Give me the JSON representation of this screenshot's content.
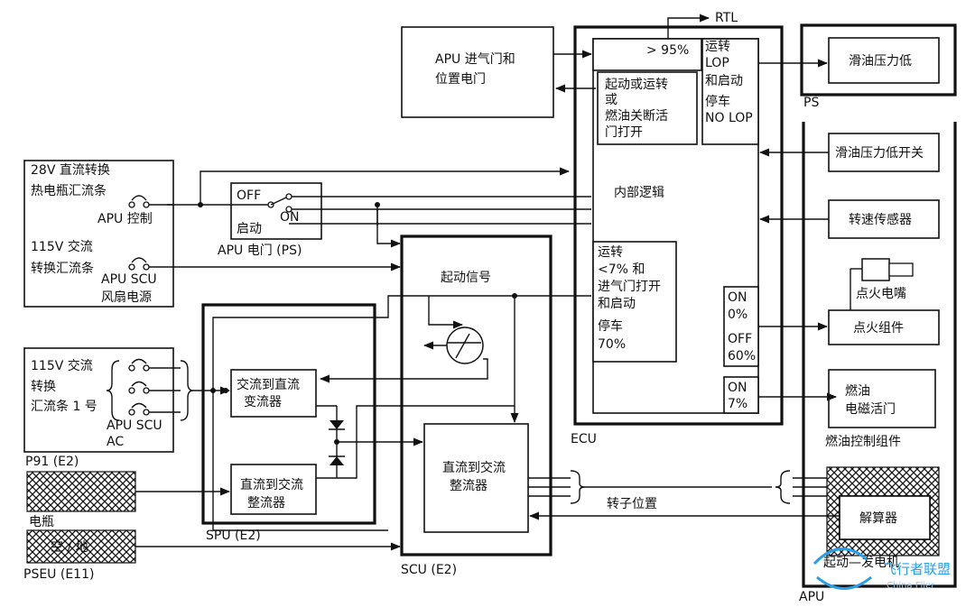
{
  "labels": {
    "apu_inlet_door": [
      "APU 进气门和",
      "位置电门"
    ],
    "rtl": "RTL",
    "gt95": "> 95%",
    "run_lop": [
      "运转",
      "LOP",
      "和启动"
    ],
    "stop_nolop": [
      "停车",
      "NO LOP"
    ],
    "start_or_run": [
      "起动或运转",
      "或",
      "燃油关断活",
      "门打开"
    ],
    "oil_pressure_low": "滑油压力低",
    "ps": "PS",
    "dc28_bus": [
      "28V 直流转换",
      "热电瓶汇流条"
    ],
    "apu_control": "APU 控制",
    "off": "OFF",
    "on": "ON",
    "start": "启动",
    "apu_switch_ps": "APU 电门 (PS)",
    "internal_logic": "内部逻辑",
    "oil_pressure_switch": "滑油压力低开关",
    "ac115_bus": [
      "115V 交流",
      "转换汇流条"
    ],
    "apu_scu_fan": [
      "APU SCU",
      "风扇电源"
    ],
    "speed_sensor": "转速传感器",
    "start_signal": "起动信号",
    "run_cond": [
      "运转",
      "<7% 和",
      "进气门打开",
      "和启动"
    ],
    "stop70": [
      "停车",
      "70%"
    ],
    "on0": [
      "ON",
      "0%"
    ],
    "off60": [
      "OFF",
      "60%"
    ],
    "igniter_plug": "点火电嘴",
    "ignition_unit": "点火组件",
    "ac115_bus1": [
      "115V 交流",
      "转换",
      "汇流条 1 号"
    ],
    "apu_scu_ac": [
      "APU SCU",
      "AC"
    ],
    "ac_dc": [
      "交流到直流",
      "变流器"
    ],
    "on7": [
      "ON",
      "7%"
    ],
    "fuel_valve": [
      "燃油",
      "电磁活门"
    ],
    "ecu": "ECU",
    "fuel_control": "燃油控制组件",
    "p91": "P91 (E2)",
    "dc_ac_rect": [
      "直流到交流",
      "整流器"
    ],
    "dc_ac_rect2": [
      "直流到交流",
      "整流器"
    ],
    "rotor_position": "转子位置",
    "battery": "电瓶",
    "resolver": "解算器",
    "spu": "SPU (E2)",
    "air_ground": "空 / 地",
    "pseu": "PSEU (E11)",
    "scu": "SCU (E2)",
    "starter_gen": "起动—发电机",
    "apu": "APU"
  },
  "watermark": {
    "brand": "飞行者联盟",
    "sub": "China Flier"
  }
}
